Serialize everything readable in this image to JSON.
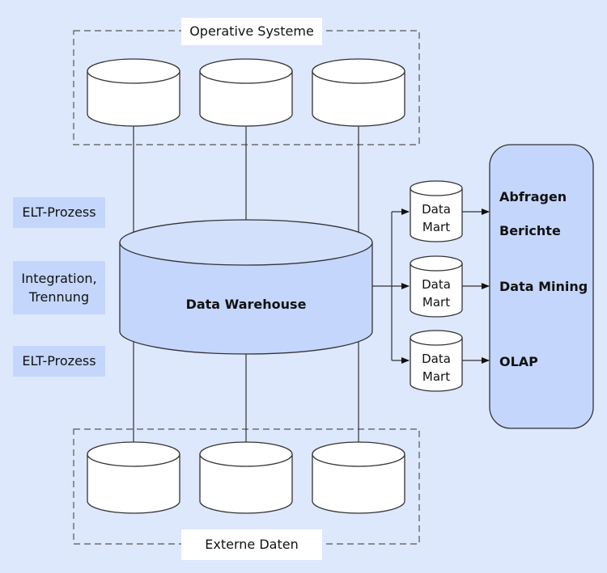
{
  "top_group_label": "Operative Systeme",
  "bottom_group_label": "Externe Daten",
  "side_labels": {
    "top": "ELT-Prozess",
    "middle_line1": "Integration,",
    "middle_line2": "Trennung",
    "bottom": "ELT-Prozess"
  },
  "warehouse_label": "Data Warehouse",
  "data_marts": [
    {
      "line1": "Data",
      "line2": "Mart"
    },
    {
      "line1": "Data",
      "line2": "Mart"
    },
    {
      "line1": "Data",
      "line2": "Mart"
    }
  ],
  "outputs": [
    "Abfragen",
    "Berichte",
    "Data Mining",
    "OLAP"
  ],
  "colors": {
    "background": "#dde8fd",
    "warehouse_fill": "#c4d6fb",
    "warehouse_top": "#d3e0fc",
    "panel_fill": "#c4d6fb",
    "cylinder_fill": "#ffffff",
    "stroke": "#333333"
  }
}
